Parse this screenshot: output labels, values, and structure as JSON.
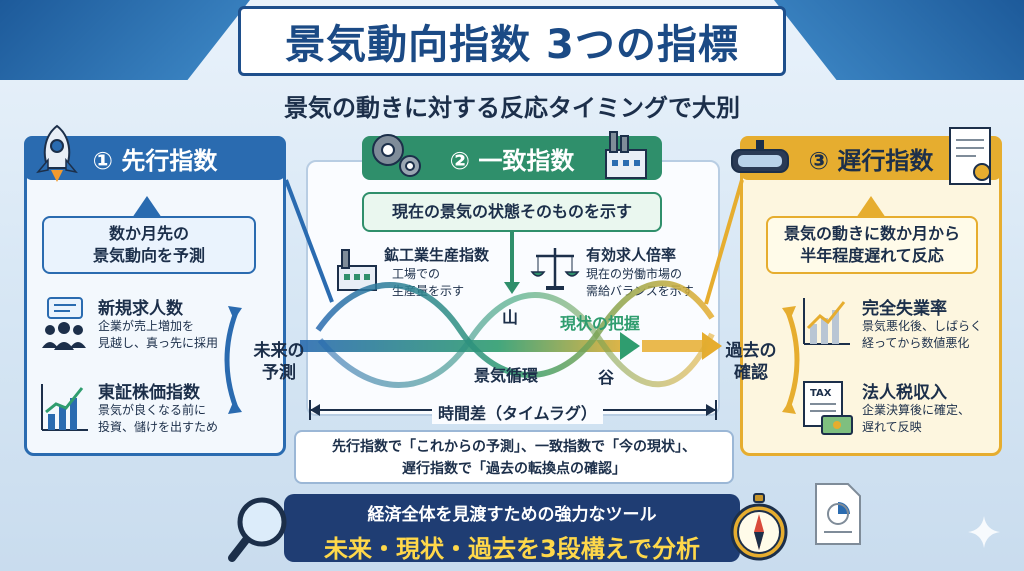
{
  "title": "景気動向指数 3つの指標",
  "subtitle": "景気の動きに対する反応タイミングで大別",
  "leading": {
    "header": "① 先行指数",
    "callout": [
      "数か月先の",
      "景気動向を予測"
    ],
    "items": [
      {
        "title": "新規求人数",
        "desc": [
          "企業が売上増加を",
          "見越し、真っ先に採用"
        ]
      },
      {
        "title": "東証株価指数",
        "desc": [
          "景気が良くなる前に",
          "投資、儲けを出すため"
        ]
      }
    ],
    "arrow_label": [
      "未来の",
      "予測"
    ]
  },
  "coincident": {
    "header": "② 一致指数",
    "callout": "現在の景気の状態そのものを示す",
    "items": [
      {
        "title": "鉱工業生産指数",
        "desc": [
          "工場での",
          "生産量を示す"
        ]
      },
      {
        "title": "有効求人倍率",
        "desc": [
          "現在の労働市場の",
          "需給バランスを示す"
        ]
      }
    ],
    "peak": "山",
    "trough": "谷",
    "current": "現状の把握",
    "cycle": "景気循環",
    "timelag": "時間差（タイムラグ）"
  },
  "lagging": {
    "header": "③ 遅行指数",
    "callout": [
      "景気の動きに数か月から",
      "半年程度遅れて反応"
    ],
    "items": [
      {
        "title": "完全失業率",
        "desc": [
          "景気悪化後、しばらく",
          "経ってから数値悪化"
        ]
      },
      {
        "title": "法人税収入",
        "desc": [
          "企業決算後に確定、",
          "遅れて反映"
        ]
      }
    ],
    "arrow_label": [
      "過去の",
      "確認"
    ],
    "tax_label": "TAX"
  },
  "note": [
    "先行指数で「これからの予測」、一致指数で「今の現状」、",
    "遅行指数で「過去の転換点の確認」"
  ],
  "banner": {
    "line1": "経済全体を見渡すための強力なツール",
    "line2": "未来・現状・過去を3段構えで分析"
  },
  "colors": {
    "leading": "#2a6bb0",
    "coincident": "#2f8f6b",
    "lagging": "#e6ad2f",
    "banner": "#1f3d73"
  }
}
